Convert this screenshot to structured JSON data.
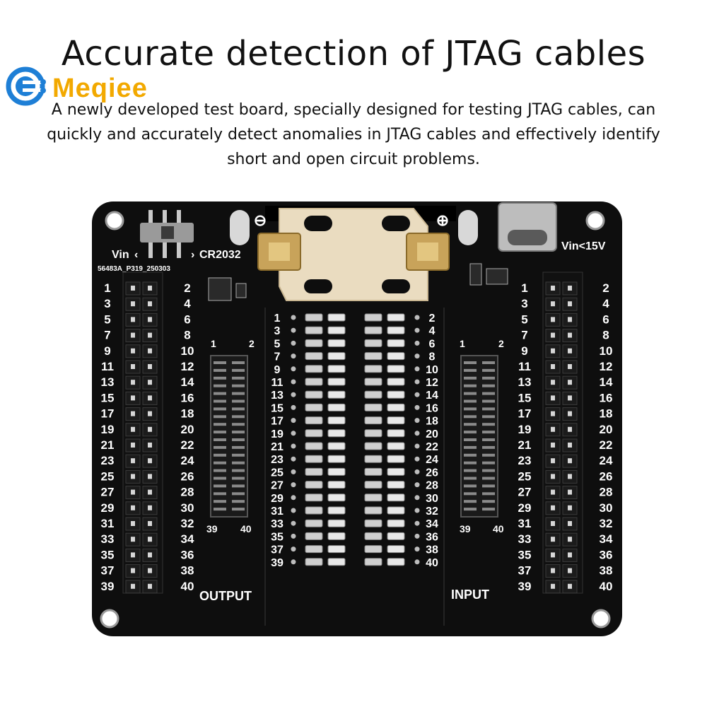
{
  "headline": "Accurate detection of JTAG cables",
  "subtext": "A newly developed test board, specially designed for testing JTAG cables, can quickly and accurately detect anomalies in JTAG cables and effectively identify short and open circuit problems.",
  "logo": {
    "text": "Meqiee",
    "icon": "circuit-logo-icon",
    "color": "#f2a900"
  },
  "board": {
    "part_number": "56483A_P319_250303",
    "switch_left": "Vin",
    "switch_right": "CR2032",
    "vin_label": "Vin<15V",
    "minus": "⊖",
    "plus": "⊕",
    "output_label": "OUTPUT",
    "input_label": "INPUT",
    "conn_top_odd": "1",
    "conn_top_even": "2",
    "conn_bottom_odd": "39",
    "conn_bottom_even": "40",
    "pin_odd": [
      "1",
      "3",
      "5",
      "7",
      "9",
      "11",
      "13",
      "15",
      "17",
      "19",
      "21",
      "23",
      "25",
      "27",
      "29",
      "31",
      "33",
      "35",
      "37",
      "39"
    ],
    "pin_even": [
      "2",
      "4",
      "6",
      "8",
      "10",
      "12",
      "14",
      "16",
      "18",
      "20",
      "22",
      "24",
      "26",
      "28",
      "30",
      "32",
      "34",
      "36",
      "38",
      "40"
    ],
    "colors": {
      "pcb": "#0e0e0e",
      "silk": "#ffffff",
      "gold": "#c8a35a",
      "battery": "#eadcc0"
    }
  }
}
